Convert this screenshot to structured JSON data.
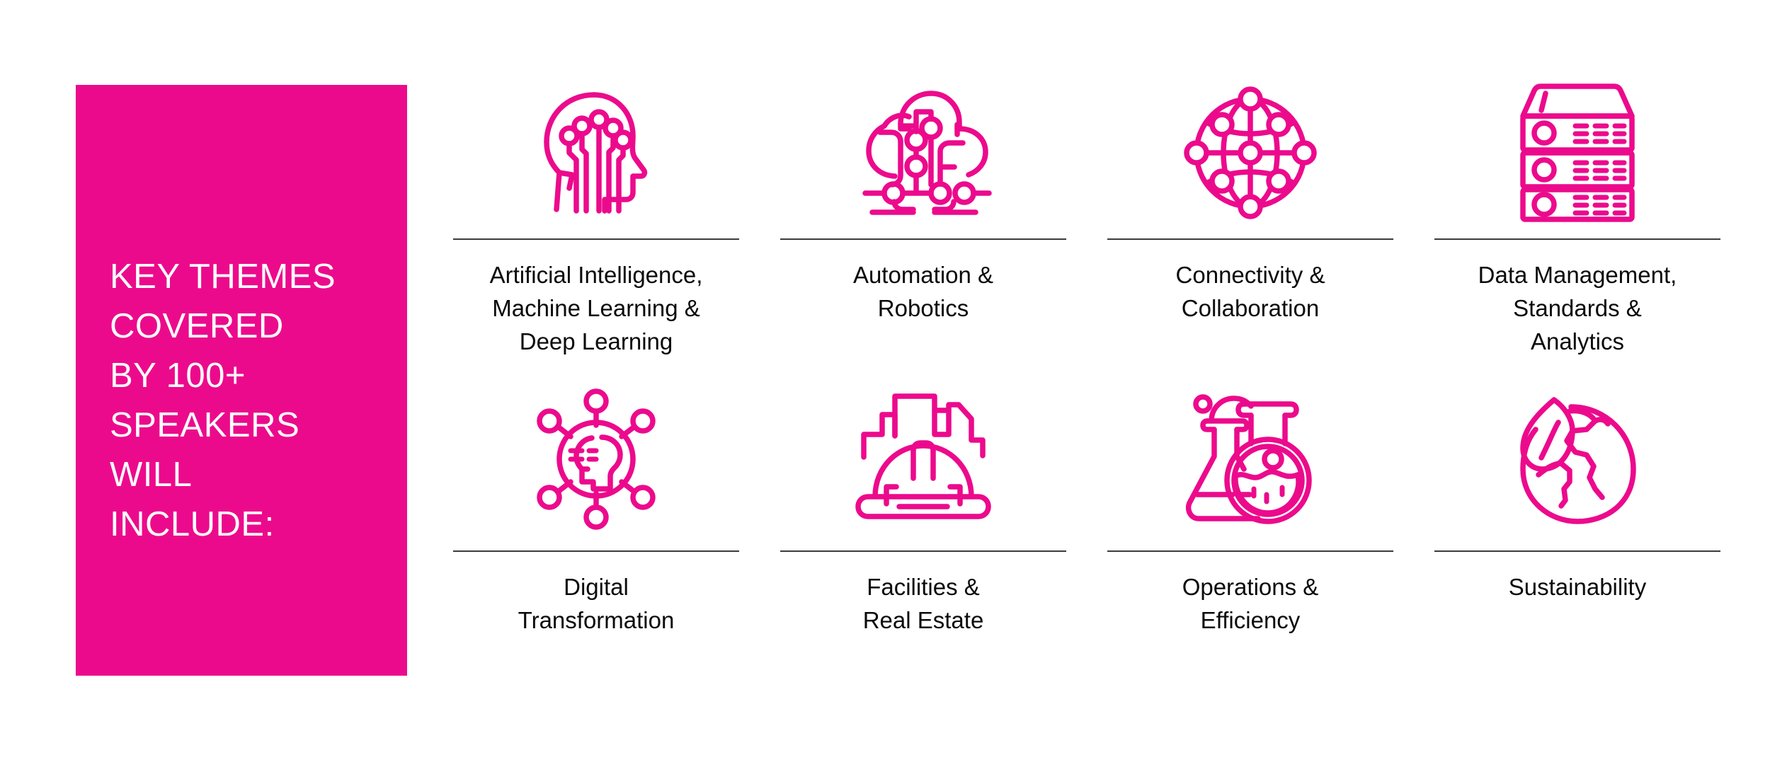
{
  "panel": {
    "background_color": "#ec0a8c",
    "text_color": "#ffffff",
    "heading": "KEY THEMES\nCOVERED\nBY 100+\nSPEAKERS\nWILL\nINCLUDE:"
  },
  "theme_accent_color": "#ec0a8c",
  "divider_color": "#3c3a3a",
  "label_color": "#0a0a0a",
  "themes": [
    {
      "id": "artificial-intelligence",
      "icon": "head-circuit-icon",
      "label": "Artificial Intelligence,\nMachine Learning &\nDeep Learning"
    },
    {
      "id": "automation-robotics",
      "icon": "cloud-network-icon",
      "label": "Automation &\nRobotics"
    },
    {
      "id": "connectivity-collaboration",
      "icon": "globe-network-icon",
      "label": "Connectivity &\nCollaboration"
    },
    {
      "id": "data-management",
      "icon": "server-rack-icon",
      "label": "Data Management,\nStandards &\nAnalytics"
    },
    {
      "id": "digital-transformation",
      "icon": "head-nodes-icon",
      "label": "Digital\nTransformation"
    },
    {
      "id": "facilities-real-estate",
      "icon": "hardhat-skyline-icon",
      "label": "Facilities &\nReal Estate"
    },
    {
      "id": "operations-efficiency",
      "icon": "lab-flasks-icon",
      "label": "Operations &\nEfficiency"
    },
    {
      "id": "sustainability",
      "icon": "leaf-earth-icon",
      "label": "Sustainability"
    }
  ]
}
